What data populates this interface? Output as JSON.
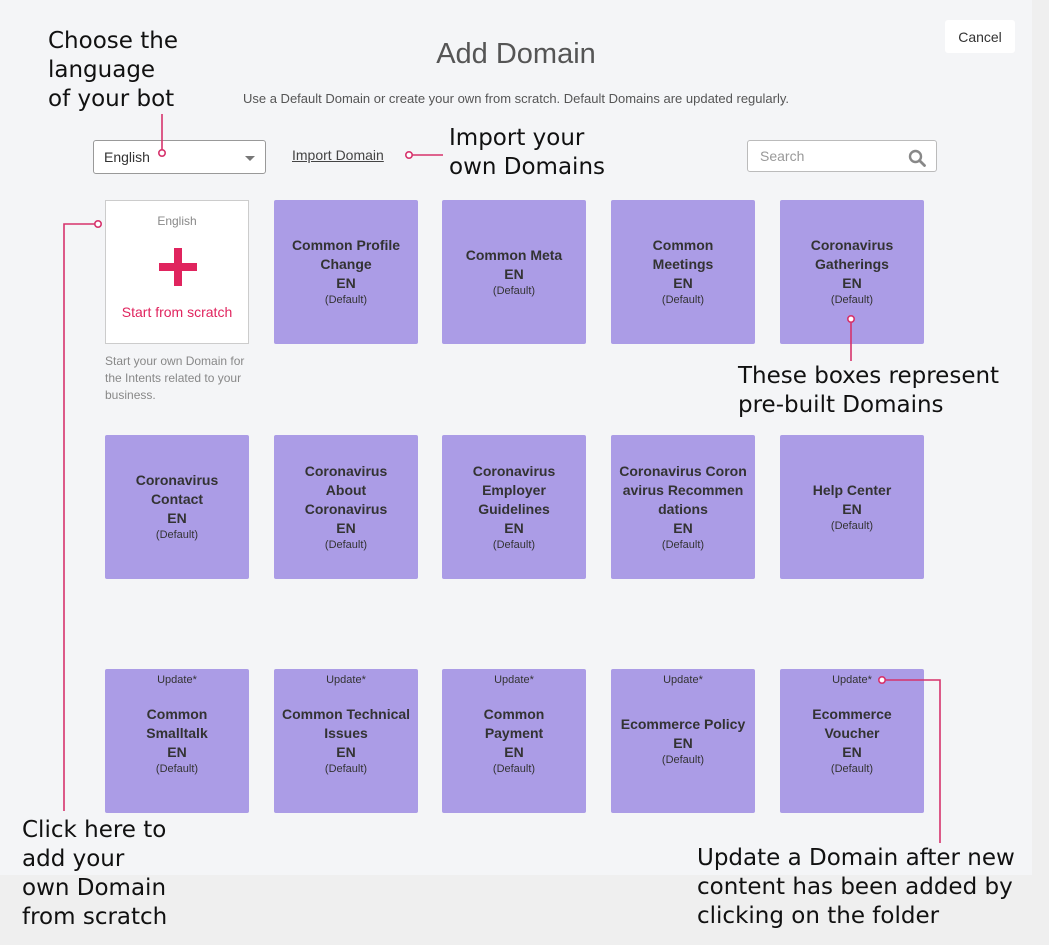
{
  "dialog": {
    "title": "Add Domain",
    "subtitle": "Use a Default Domain or create your own from scratch. Default Domains are updated regularly.",
    "cancel_label": "Cancel",
    "language_select_value": "English",
    "import_label": "Import Domain",
    "search_placeholder": "Search"
  },
  "scratch": {
    "language": "English",
    "label": "Start from scratch",
    "description": "Start your own Domain for the Intents related to your business."
  },
  "tiles": [
    {
      "name": "Common Profile Change",
      "lang": "EN",
      "default": "(Default)",
      "update": ""
    },
    {
      "name": "Common Meta",
      "lang": "EN",
      "default": "(Default)",
      "update": ""
    },
    {
      "name": "Common Meetings",
      "lang": "EN",
      "default": "(Default)",
      "update": ""
    },
    {
      "name": "Coronavirus Gatherings",
      "lang": "EN",
      "default": "(Default)",
      "update": ""
    },
    {
      "name": "Coronavirus Contact",
      "lang": "EN",
      "default": "(Default)",
      "update": ""
    },
    {
      "name": "Coronavirus About Coronavirus",
      "lang": "EN",
      "default": "(Default)",
      "update": ""
    },
    {
      "name": "Coronavirus Employer Guidelines",
      "lang": "EN",
      "default": "(Default)",
      "update": ""
    },
    {
      "name": "Coronavirus Coronavirus Recommendations",
      "lang": "EN",
      "default": "(Default)",
      "update": ""
    },
    {
      "name": "Help Center",
      "lang": "EN",
      "default": "(Default)",
      "update": ""
    },
    {
      "name": "Common Smalltalk",
      "lang": "EN",
      "default": "(Default)",
      "update": "Update*"
    },
    {
      "name": "Common Technical Issues",
      "lang": "EN",
      "default": "(Default)",
      "update": "Update*"
    },
    {
      "name": "Common Payment",
      "lang": "EN",
      "default": "(Default)",
      "update": "Update*"
    },
    {
      "name": "Ecommerce Policy",
      "lang": "EN",
      "default": "(Default)",
      "update": "Update*"
    },
    {
      "name": "Ecommerce Voucher",
      "lang": "EN",
      "default": "(Default)",
      "update": "Update*"
    }
  ],
  "annotations": {
    "language": "Choose the\nlanguage\nof your bot",
    "import": "Import your\nown Domains",
    "boxes": "These boxes represent\npre-built Domains",
    "scratch": "Click here to\nadd your\nown Domain\nfrom scratch",
    "update": "Update a Domain after new\ncontent has been added by\nclicking on the folder"
  },
  "colors": {
    "tile": "#ab9ce6",
    "accent": "#e0245e",
    "annotation_line": "#d6336c"
  },
  "icons": {
    "search": "search-icon",
    "plus": "plus-icon",
    "dropdown": "chevron-down-icon"
  }
}
